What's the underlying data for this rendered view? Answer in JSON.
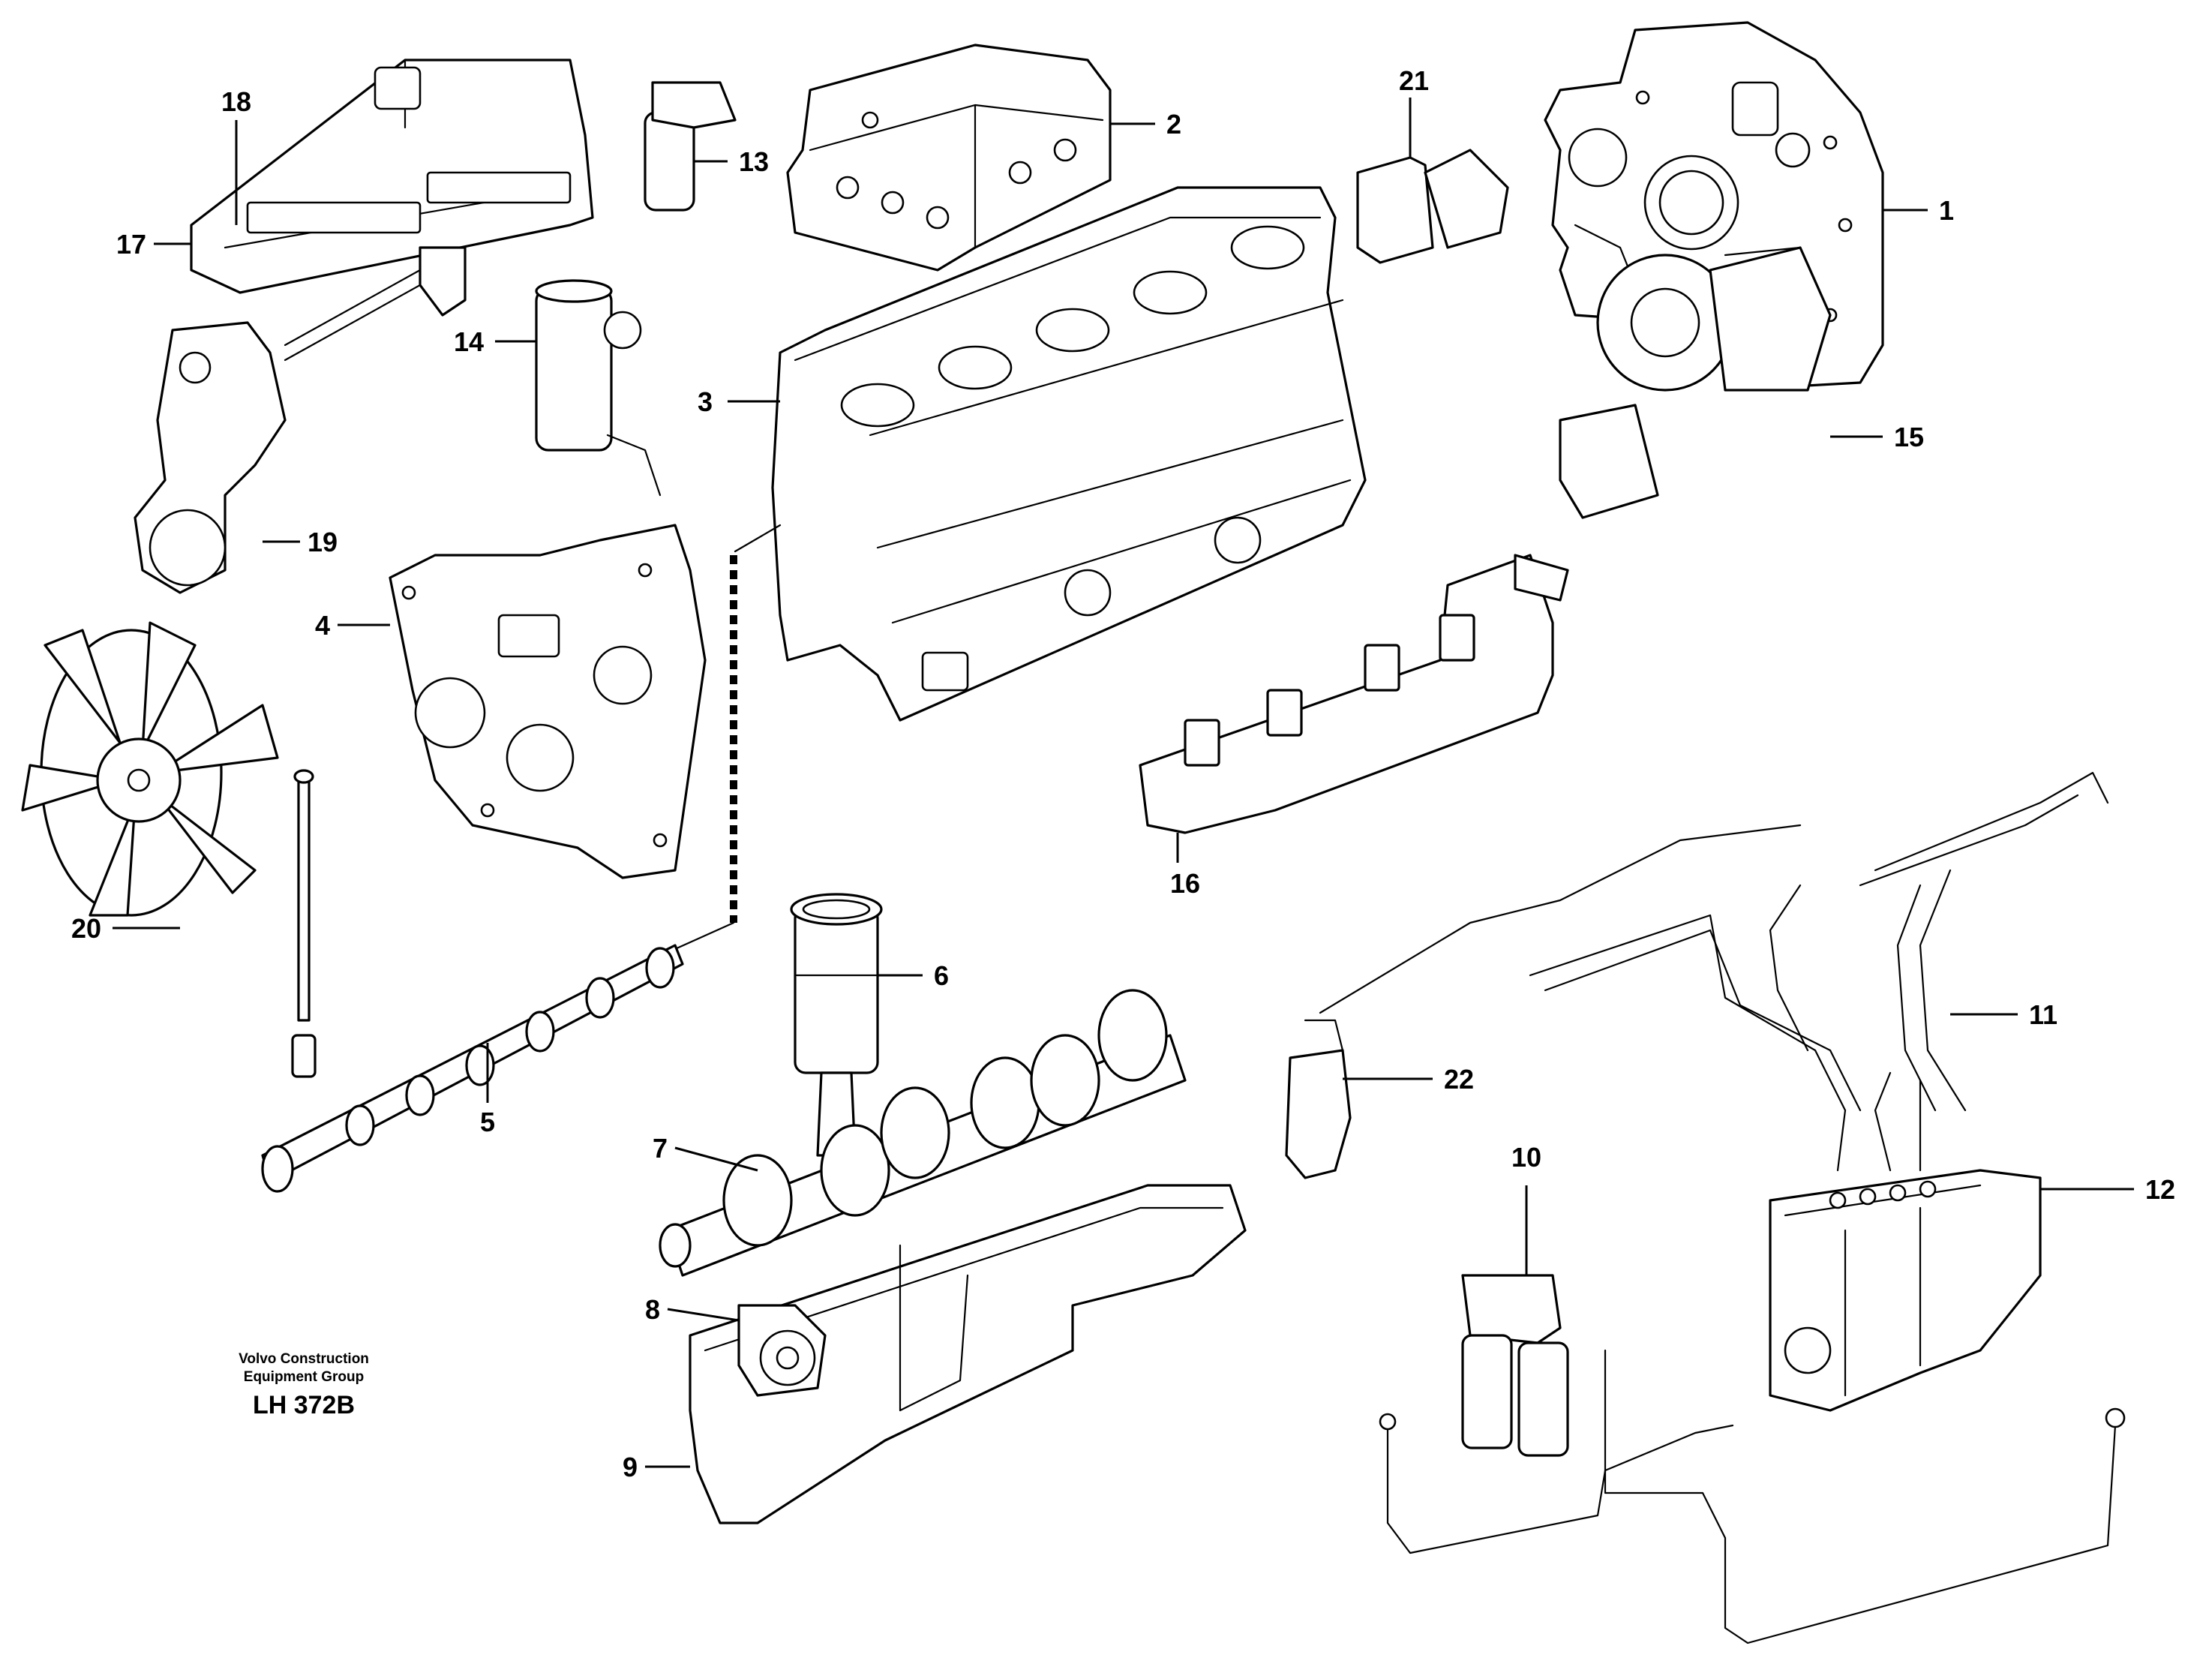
{
  "diagram": {
    "callouts": [
      {
        "id": "1",
        "label": "1"
      },
      {
        "id": "2",
        "label": "2"
      },
      {
        "id": "3",
        "label": "3"
      },
      {
        "id": "4",
        "label": "4"
      },
      {
        "id": "5",
        "label": "5"
      },
      {
        "id": "6",
        "label": "6"
      },
      {
        "id": "7",
        "label": "7"
      },
      {
        "id": "8",
        "label": "8"
      },
      {
        "id": "9",
        "label": "9"
      },
      {
        "id": "10",
        "label": "10"
      },
      {
        "id": "11",
        "label": "11"
      },
      {
        "id": "12",
        "label": "12"
      },
      {
        "id": "13",
        "label": "13"
      },
      {
        "id": "14",
        "label": "14"
      },
      {
        "id": "15",
        "label": "15"
      },
      {
        "id": "16",
        "label": "16"
      },
      {
        "id": "17",
        "label": "17"
      },
      {
        "id": "18",
        "label": "18"
      },
      {
        "id": "19",
        "label": "19"
      },
      {
        "id": "20",
        "label": "20"
      },
      {
        "id": "21",
        "label": "21"
      },
      {
        "id": "22",
        "label": "22"
      }
    ]
  },
  "caption": {
    "line1": "Volvo Construction",
    "line2": "Equipment Group",
    "reference": "LH 372B"
  }
}
